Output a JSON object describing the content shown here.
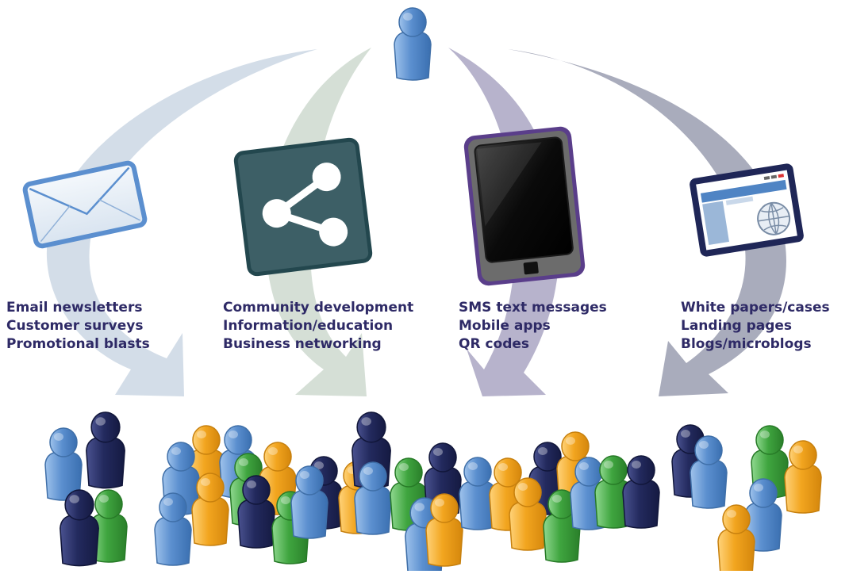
{
  "channels": [
    {
      "id": "email",
      "icon": "envelope-icon",
      "arrow_color": "#d3dde8",
      "items": [
        "Email newsletters",
        "Customer surveys",
        "Promotional blasts"
      ]
    },
    {
      "id": "social",
      "icon": "share-icon",
      "arrow_color": "#d5dfd6",
      "items": [
        "Community development",
        "Information/education",
        "Business networking"
      ]
    },
    {
      "id": "mobile",
      "icon": "smartphone-icon",
      "arrow_color": "#b7b3cc",
      "items": [
        "SMS text messages",
        "Mobile apps",
        "QR codes"
      ]
    },
    {
      "id": "web",
      "icon": "webpage-icon",
      "arrow_color": "#a9acbc",
      "items": [
        "White papers/cases",
        "Landing pages",
        "Blogs/microblogs"
      ]
    }
  ],
  "colors": {
    "text": "#2e2a66",
    "person_blue": "#5b8fcf",
    "person_navy": "#232a5e",
    "person_green": "#3fa53f",
    "person_orange": "#f2a51f"
  }
}
